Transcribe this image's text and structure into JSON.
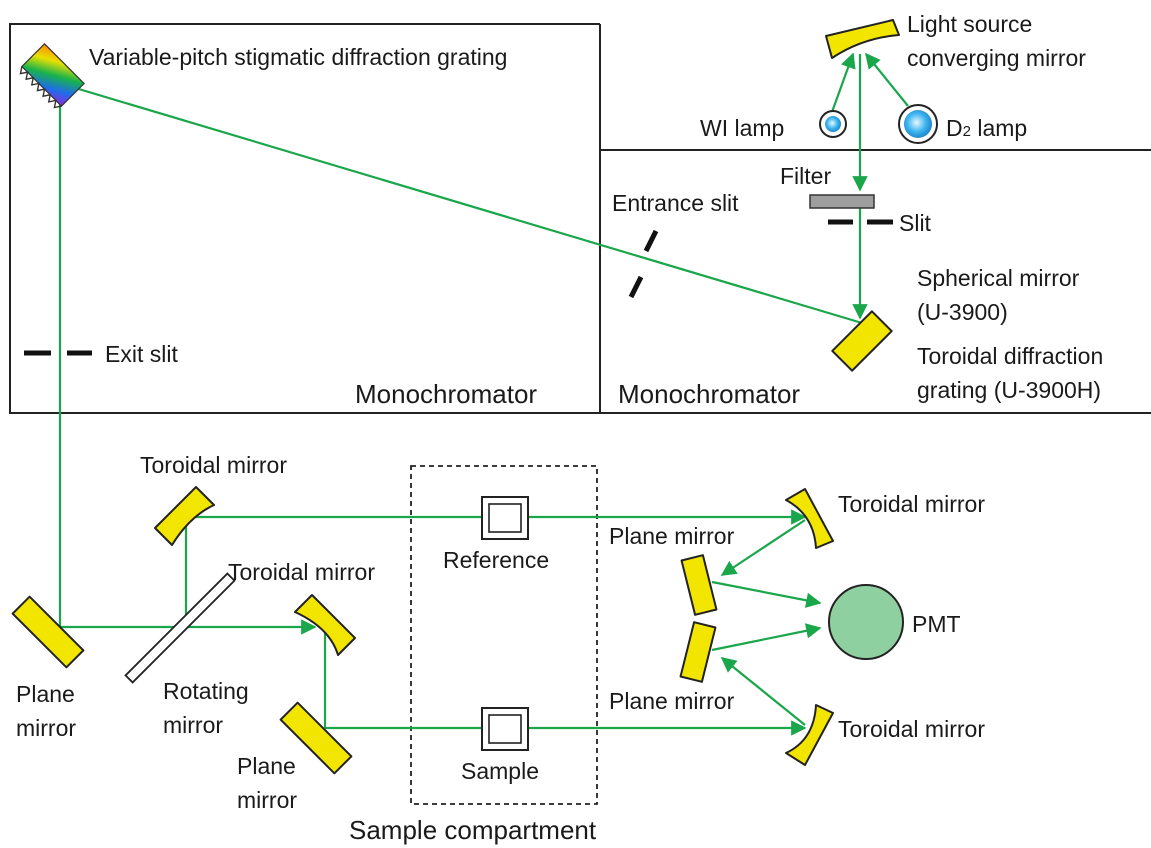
{
  "labels": {
    "grating_variable": "Variable-pitch stigmatic diffraction grating",
    "light_source_line1": "Light source",
    "light_source_line2": "converging mirror",
    "wi_lamp": "WI lamp",
    "d2_lamp_prefix": "D",
    "d2_lamp_sub": "2",
    "d2_lamp_suffix": " lamp",
    "filter": "Filter",
    "entrance_slit": "Entrance slit",
    "slit": "Slit",
    "spherical_line1": "Spherical mirror",
    "spherical_line2": "(U-3900)",
    "toroidal_grating_line1": "Toroidal diffraction",
    "toroidal_grating_line2": "grating (U-3900H)",
    "exit_slit": "Exit slit",
    "monochromator_left": "Monochromator",
    "monochromator_right": "Monochromator",
    "toroidal_mirror_left_top": "Toroidal mirror",
    "toroidal_mirror_left_mid": "Toroidal mirror",
    "toroidal_mirror_right_top": "Toroidal mirror",
    "toroidal_mirror_right_bottom": "Toroidal mirror",
    "reference": "Reference",
    "sample": "Sample",
    "sample_compartment": "Sample compartment",
    "plane_mirror_right_top": "Plane mirror",
    "plane_mirror_right_bottom": "Plane mirror",
    "pmt": "PMT",
    "plane_mirror_left_line1": "Plane",
    "plane_mirror_left_line2": "mirror",
    "rotating_line1": "Rotating",
    "rotating_line2": "mirror",
    "plane_mirror_bottom_line1": "Plane",
    "plane_mirror_bottom_line2": "mirror"
  },
  "colors": {
    "beam": "#1aa64a",
    "mirror_fill": "#f2e600",
    "lamp_fill": "#3db5f0",
    "pmt_fill": "#8fd0a0",
    "filter_fill": "#9e9e9e"
  }
}
